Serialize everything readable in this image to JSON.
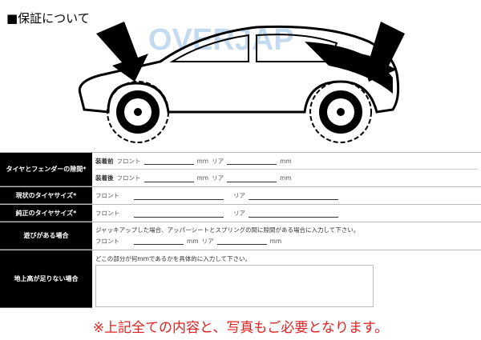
{
  "title": "■保証について",
  "logo": "OVERJAP",
  "rows": {
    "gap": {
      "label": "タイヤとフェンダーの隙間*",
      "before": "装着前",
      "after": "装着後",
      "front": "フロント",
      "rear": "リア",
      "unit": "mm"
    },
    "current": {
      "label": "現状のタイヤサイズ*",
      "front": "フロント",
      "rear": "リア"
    },
    "genuine": {
      "label": "純正のタイヤサイズ*",
      "front": "フロント",
      "rear": "リア"
    },
    "play": {
      "label": "遊びがある場合",
      "hint": "ジャッキアップした場合、アッパーシートとスプリングの間に隙間がある場合に入力して下さい。",
      "front": "フロント",
      "rear": "リア",
      "unit": "mm"
    },
    "clearance": {
      "label": "地上高が足りない場合",
      "hint": "どこの部分が何mmであるかを具体的に入力して下さい。"
    }
  },
  "note": "※上記全ての内容と、写真もご必要となります。"
}
